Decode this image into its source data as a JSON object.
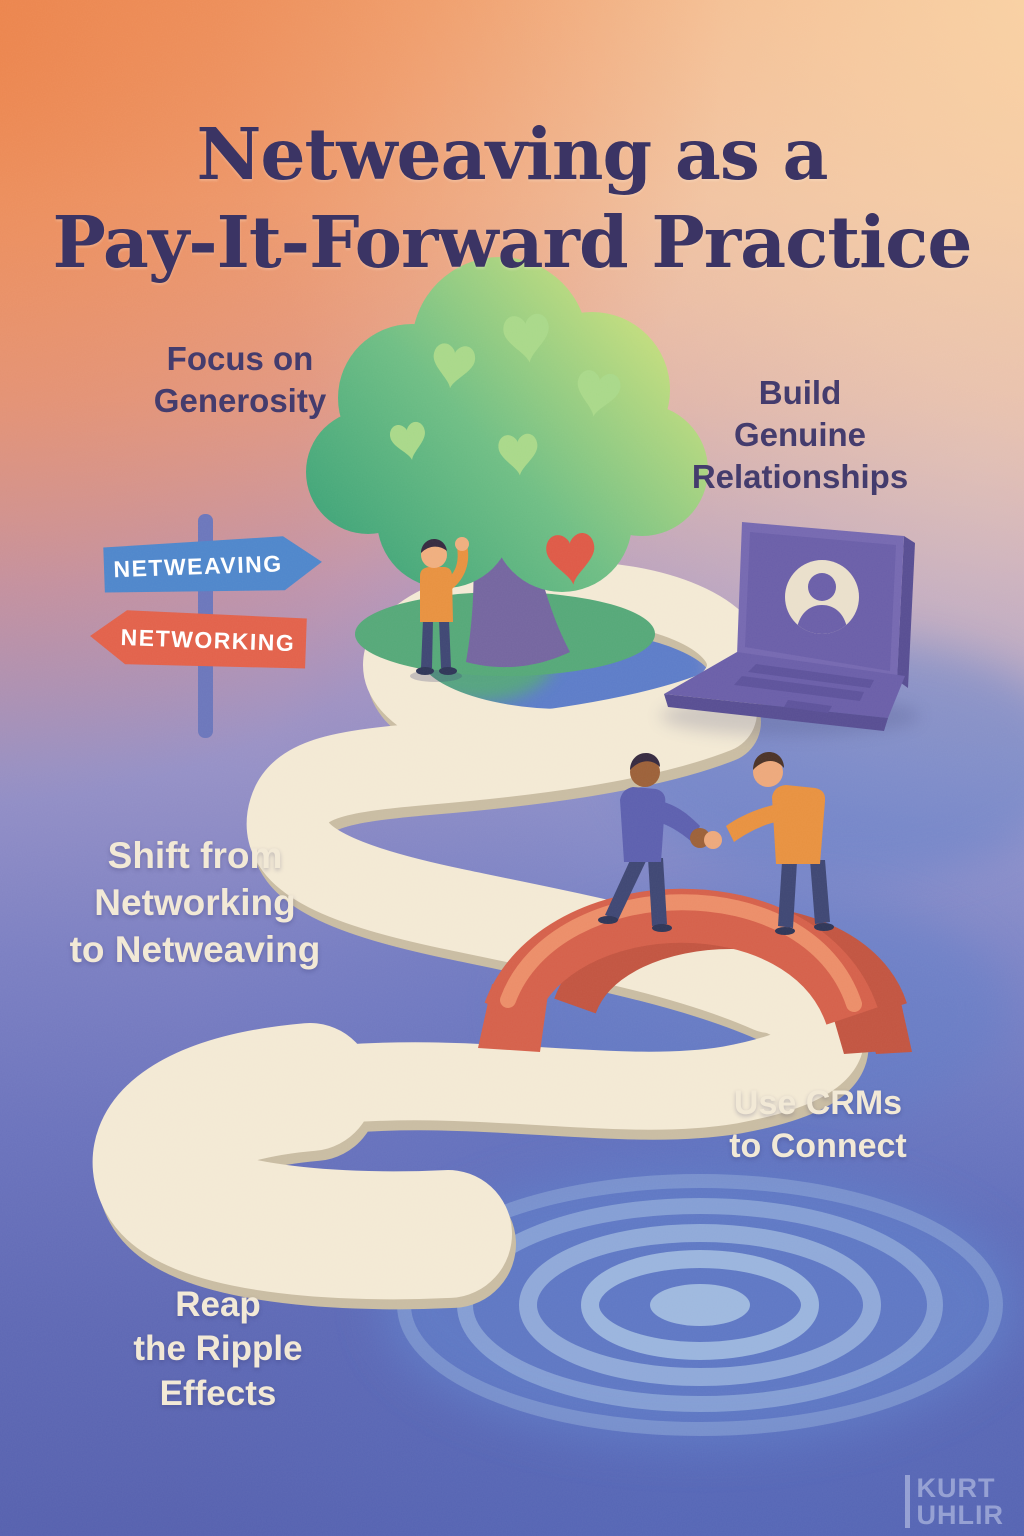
{
  "title": {
    "line1": "Netweaving as a",
    "line2": "Pay-It-Forward Practice"
  },
  "labels": {
    "generosity": {
      "line1": "Focus on",
      "line2": "Generosity"
    },
    "relationships": {
      "line1": "Build",
      "line2": "Genuine",
      "line3": "Relationships"
    },
    "shift": {
      "line1": "Shift from",
      "line2": "Networking",
      "line3": "to Netweaving"
    },
    "crm": {
      "line1": "Use CRMs",
      "line2": "to Connect"
    },
    "ripple": {
      "line1": "Reap",
      "line2": "the Ripple",
      "line3": "Effects"
    }
  },
  "signpost": {
    "top": "NETWEAVING",
    "bottom": "NETWORKING"
  },
  "watermark": {
    "line1": "KURT",
    "line2": "UHLIR"
  },
  "icons": {
    "laptop_screen": "profile-avatar-icon",
    "tree_leaves": "heart-icon",
    "floating": "heart-icon"
  },
  "colors": {
    "title-ink": "#3b3464",
    "label-ink": "#443c6d",
    "label-cream": "#f2e9d6",
    "path-cream": "#f3e9d4",
    "path-edge": "#c9bca2",
    "sign-blue": "#4e86cb",
    "sign-orange": "#e2614a",
    "sign-post": "#6b76bb",
    "tree-green-dark": "#3fa478",
    "tree-green-light": "#cbe07d",
    "heart-leaf-green": "#a9d889",
    "heart-red": "#de5946",
    "trunk-purple": "#74659f",
    "mound-green": "#55a878",
    "laptop-purple": "#6a5ea8",
    "avatar-cream": "#eadfcb",
    "bridge-red": "#d5604a",
    "bridge-highlight": "#ec8d68",
    "pool-blue": "#5e7ac6",
    "ripple-light": "#a9c3e3",
    "watermark": "#c8d0ec"
  }
}
